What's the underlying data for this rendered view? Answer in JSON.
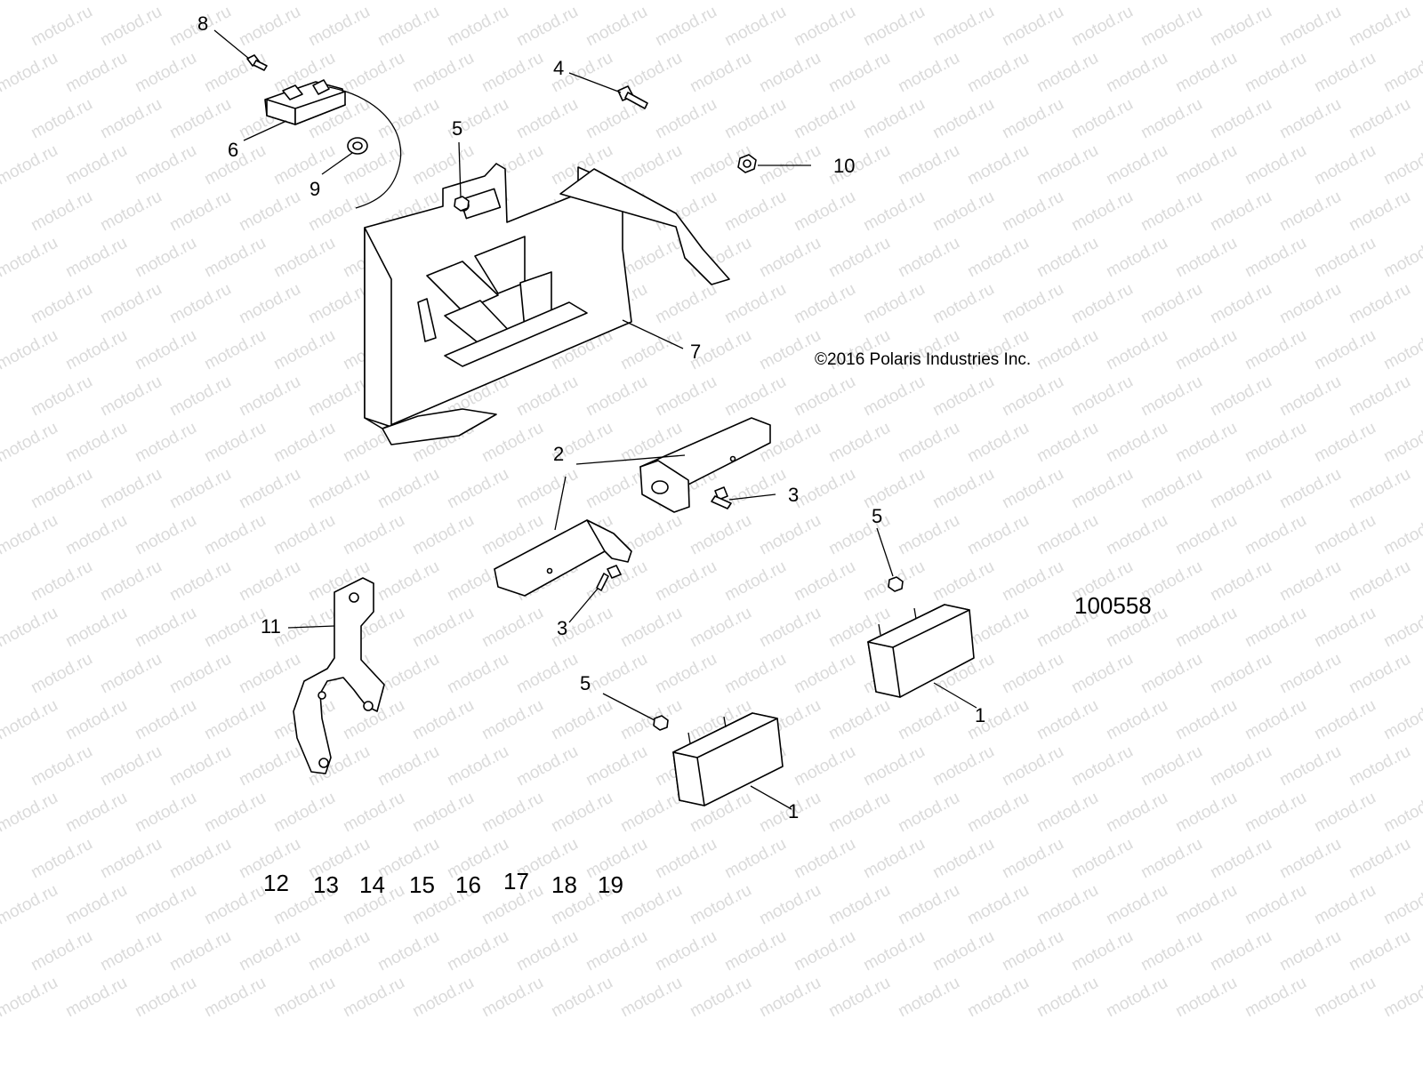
{
  "watermark": {
    "text": "motod.ru"
  },
  "copyright": "©2016  Polaris Industries Inc.",
  "diagram_id": "100558",
  "callouts": [
    {
      "id": "c8",
      "label": "8"
    },
    {
      "id": "c6",
      "label": "6"
    },
    {
      "id": "c9",
      "label": "9"
    },
    {
      "id": "c4",
      "label": "4"
    },
    {
      "id": "c5a",
      "label": "5"
    },
    {
      "id": "c10",
      "label": "10"
    },
    {
      "id": "c7",
      "label": "7"
    },
    {
      "id": "c2",
      "label": "2"
    },
    {
      "id": "c3a",
      "label": "3"
    },
    {
      "id": "c3b",
      "label": "3"
    },
    {
      "id": "c5b",
      "label": "5"
    },
    {
      "id": "c5c",
      "label": "5"
    },
    {
      "id": "c11",
      "label": "11"
    },
    {
      "id": "c1a",
      "label": "1"
    },
    {
      "id": "c1b",
      "label": "1"
    }
  ],
  "extra_numbers": [
    "12",
    "13",
    "14",
    "15",
    "16",
    "17",
    "18",
    "19"
  ]
}
